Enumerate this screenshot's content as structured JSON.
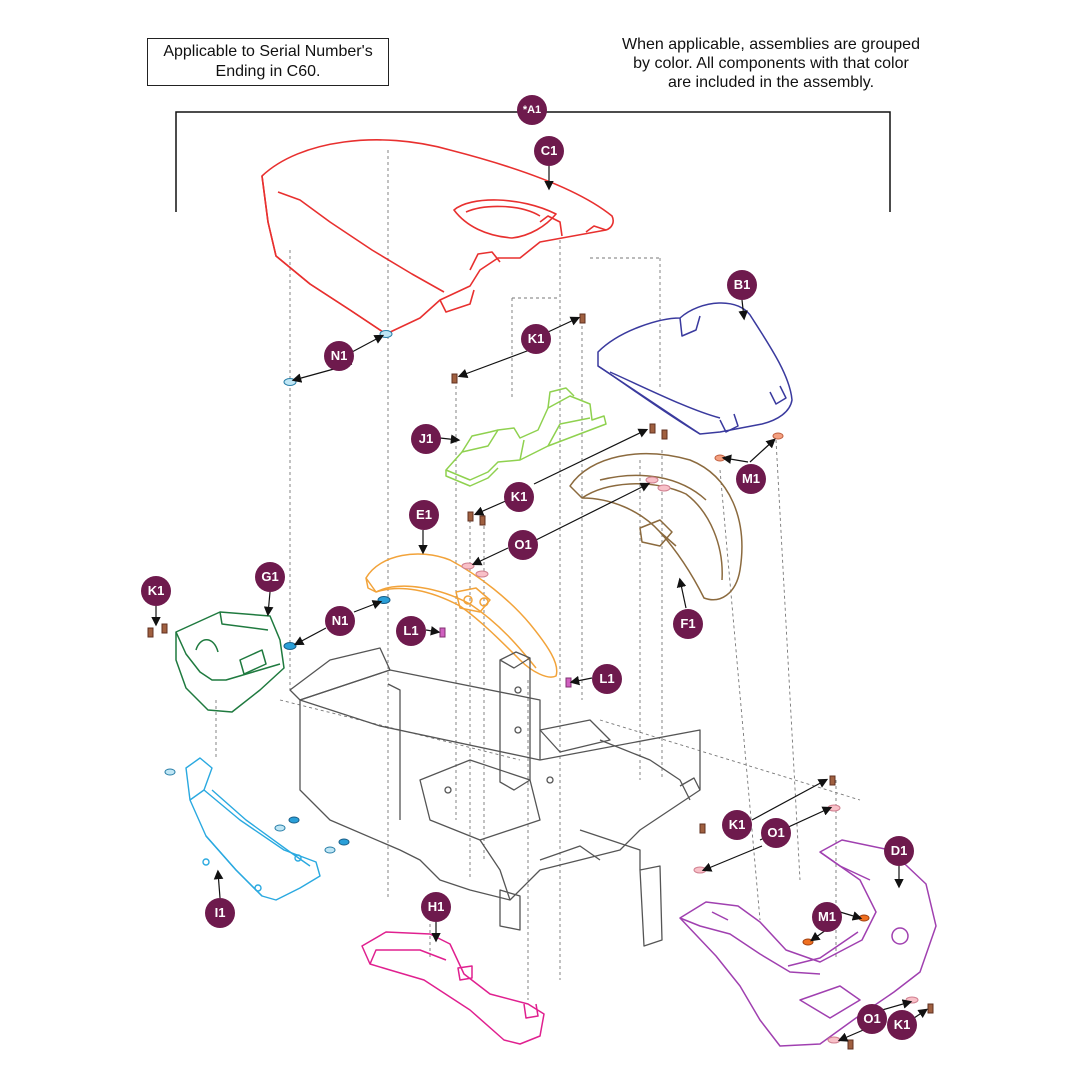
{
  "notes": {
    "serial_line1": "Applicable to Serial Number's",
    "serial_line2": "Ending in C60.",
    "group_line1": "When applicable, assemblies are grouped",
    "group_line2": "by color. All components with that color",
    "group_line3": "are included in the assembly."
  },
  "callouts": {
    "a1": "*A1",
    "c1": "C1",
    "b1": "B1",
    "n1_top": "N1",
    "k1_top": "K1",
    "j1": "J1",
    "m1_right": "M1",
    "k1_mid": "K1",
    "o1_mid": "O1",
    "e1": "E1",
    "f1": "F1",
    "k1_left": "K1",
    "g1": "G1",
    "n1_mid": "N1",
    "l1_upper": "L1",
    "l1_lower": "L1",
    "k1_lowright": "K1",
    "o1_lowright": "O1",
    "d1": "D1",
    "m1_lower": "M1",
    "i1": "I1",
    "h1": "H1",
    "o1_bottom": "O1",
    "k1_bottom": "K1"
  },
  "colors": {
    "c1": "#e8302f",
    "b1": "#3a3a9e",
    "j1": "#8fd14f",
    "f1": "#8b6a3e",
    "e1": "#f2a33a",
    "g1": "#1f7a3f",
    "i1": "#2aa9e0",
    "h1": "#e0208f",
    "d1": "#a040b0",
    "frame": "#555555",
    "callout": "#6e1a4d"
  }
}
